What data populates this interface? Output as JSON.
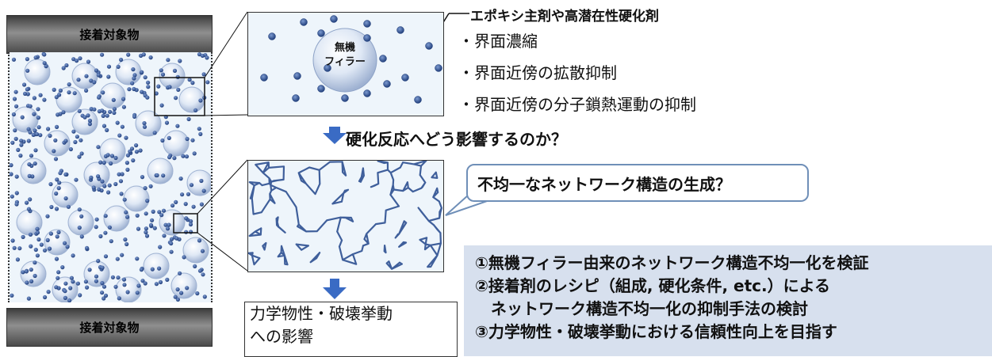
{
  "substrate": {
    "top_label": "接着対象物",
    "bottom_label": "接着対象物"
  },
  "filler_label": {
    "line1": "無機",
    "line2": "フィラー"
  },
  "epoxy_label": "エポキシ主剤や高潜在性硬化剤",
  "effects": [
    "・界面濃縮",
    "・界面近傍の拡散抑制",
    "・界面近傍の分子鎖熱運動の抑制"
  ],
  "question": "硬化反応へどう影響するのか？",
  "network_question": "不均一なネットワーク構造の生成？",
  "impact": {
    "line1": "力学物性・破壊挙動",
    "line2": "への影響"
  },
  "goals": [
    "①無機フィラー由来のネットワーク構造不均一化を検証",
    "②接着剤のレシピ（組成, 硬化条件, etc.）による",
    "　ネットワーク構造不均一化の抑制手法の検討",
    "③力学物性・破壊挙動における信頼性向上を目指す"
  ],
  "colors": {
    "arrow": "#3a6bc4",
    "dot": "#2f5494",
    "network": "#3f5f9b",
    "goal_bg": "#d7e0ee",
    "callout_border": "#6f8fb8"
  }
}
